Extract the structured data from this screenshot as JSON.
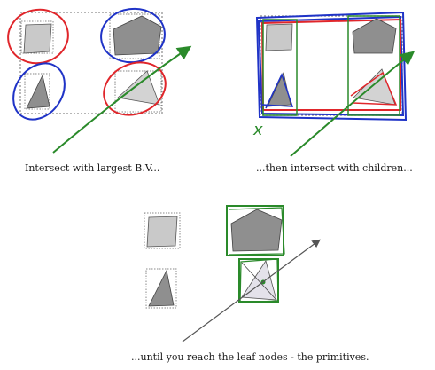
{
  "captions": {
    "step1": "Intersect with largest B.V...",
    "step2": "...then intersect with children...",
    "step3": "...until you reach the leaf nodes - the primitives."
  },
  "annotation_mark": "x",
  "colors": {
    "red": "#e0262b",
    "blue": "#1f33c7",
    "green": "#2a8a2a",
    "dotted_box": "#8a8a8a",
    "primitive_light": "#c9c9c9",
    "primitive_dark": "#8f8f8f",
    "ray": "#555555"
  }
}
